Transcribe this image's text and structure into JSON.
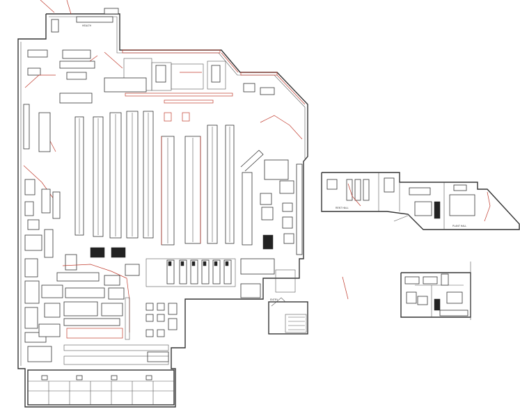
{
  "drawing": {
    "title": "",
    "colors": {
      "line": "#333333",
      "markup": "#c0392b",
      "background": "#ffffff"
    }
  },
  "labels": {
    "main_tag": "HEALTH",
    "annex_tag": "RENT HALL",
    "annex_tag_2": "PLANT HALL",
    "entry_tag": "ENTRY"
  }
}
